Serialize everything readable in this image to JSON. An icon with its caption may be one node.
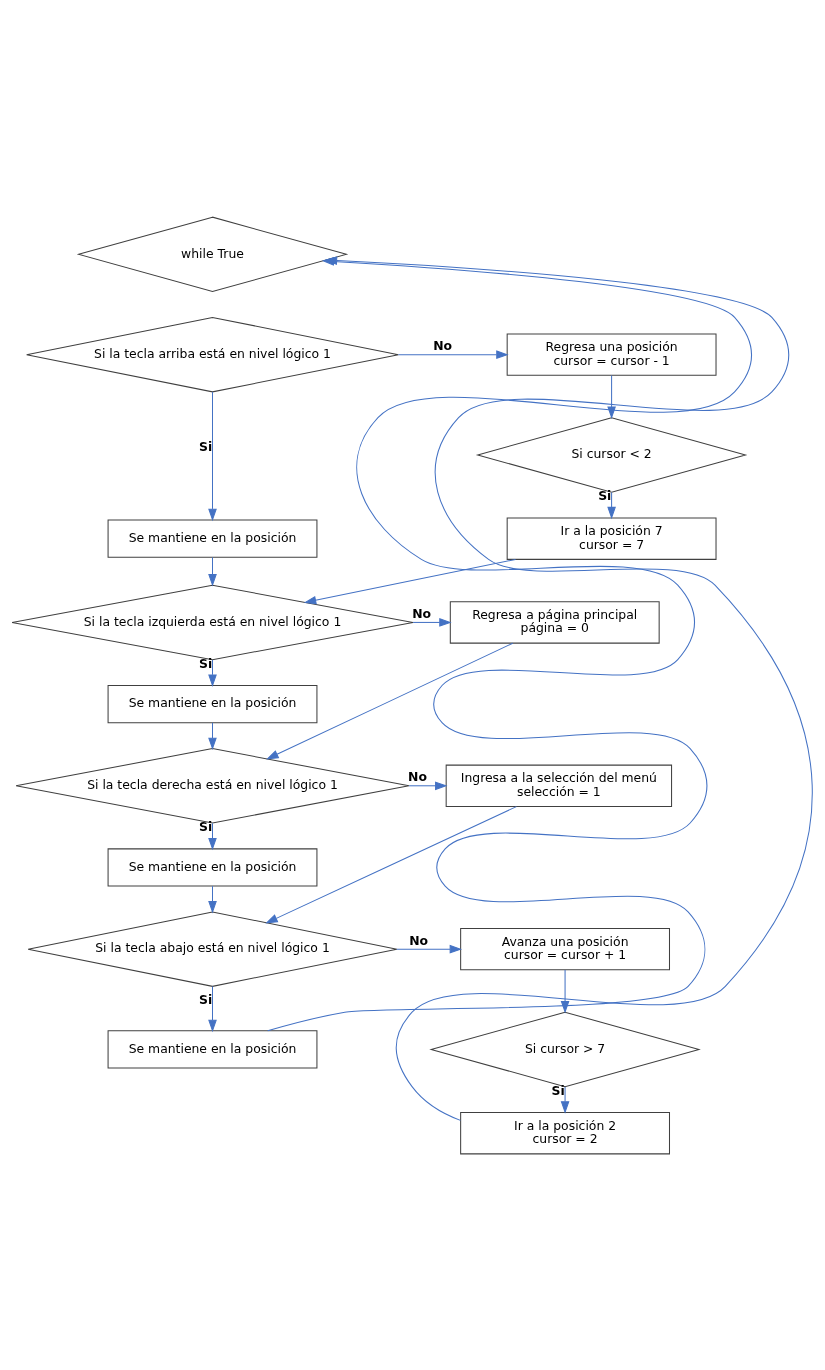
{
  "diagram": {
    "nodes": [
      {
        "text": [
          "while True"
        ]
      },
      {
        "text": [
          "Si la tecla arriba está en nivel lógico 1"
        ]
      },
      {
        "text": [
          "Regresa una posición",
          "cursor = cursor - 1"
        ]
      },
      {
        "text": [
          "Se mantiene en la posición"
        ]
      },
      {
        "text": [
          "Si cursor < 2"
        ]
      },
      {
        "text": [
          "Ir a la posición 7",
          "cursor = 7"
        ]
      },
      {
        "text": [
          "Si la tecla izquierda está en nivel lógico 1"
        ]
      },
      {
        "text": [
          "Regresa a página principal",
          "página = 0"
        ]
      },
      {
        "text": [
          "Se mantiene en la posición"
        ]
      },
      {
        "text": [
          "Si la tecla derecha está en nivel lógico 1"
        ]
      },
      {
        "text": [
          "Ingresa a la selección del menú",
          "selección = 1"
        ]
      },
      {
        "text": [
          "Se mantiene en la posición"
        ]
      },
      {
        "text": [
          "Si la tecla abajo está en nivel lógico 1"
        ]
      },
      {
        "text": [
          "Avanza una posición",
          "cursor = cursor + 1"
        ]
      },
      {
        "text": [
          "Se mantiene en la posición"
        ]
      },
      {
        "text": [
          "Si cursor > 7"
        ]
      },
      {
        "text": [
          "Ir a la posición 2",
          "cursor = 2"
        ]
      }
    ],
    "edges": [
      {
        "from": 1,
        "to": 2,
        "arrow": "to",
        "label": "No"
      },
      {
        "from": 1,
        "to": 3,
        "arrow": "to",
        "label": "Si"
      },
      {
        "from": 2,
        "to": 4,
        "arrow": "to"
      },
      {
        "from": 4,
        "to": 5,
        "arrow": "to",
        "label": "Si"
      },
      {
        "from": 3,
        "to": 6,
        "arrow": "to"
      },
      {
        "from": 5,
        "to": 6,
        "arrow": "to"
      },
      {
        "from": 6,
        "to": 7,
        "arrow": "to",
        "label": "No"
      },
      {
        "from": 6,
        "to": 8,
        "arrow": "to",
        "label": "Si"
      },
      {
        "from": 8,
        "to": 9,
        "arrow": "to"
      },
      {
        "from": 7,
        "to": 9,
        "arrow": "to"
      },
      {
        "from": 9,
        "to": 10,
        "arrow": "to",
        "label": "No"
      },
      {
        "from": 9,
        "to": 11,
        "arrow": "to",
        "label": "Si"
      },
      {
        "from": 11,
        "to": 12,
        "arrow": "to"
      },
      {
        "from": 10,
        "to": 12,
        "arrow": "to"
      },
      {
        "from": 12,
        "to": 13,
        "arrow": "to",
        "label": "No"
      },
      {
        "from": 12,
        "to": 14,
        "arrow": "to",
        "label": "Si"
      },
      {
        "from": 13,
        "to": 15,
        "arrow": "to"
      },
      {
        "from": 15,
        "to": 16,
        "arrow": "to",
        "label": "Si"
      },
      {
        "from": 14,
        "to": 0,
        "arrow": "to"
      },
      {
        "from": 16,
        "to": 0,
        "arrow": "to"
      }
    ]
  }
}
